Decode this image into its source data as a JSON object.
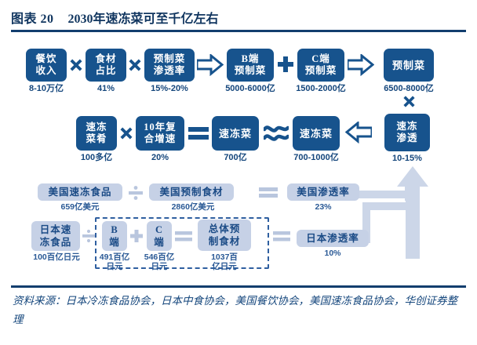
{
  "header": {
    "figure_label": "图表 20",
    "title": "2030年速冻菜可至千亿左右"
  },
  "source": {
    "text": "资料来源：日本冷冻食品协会，日本中食协会，美国餐饮协会，美国速冻食品协会，华创证券整理"
  },
  "colors": {
    "dark_blue": "#17538d",
    "deep_navy": "#123e6e",
    "light_blue_box": "#c6d1e6",
    "light_connector": "#ccd6e8",
    "caption_text": "#14467c"
  },
  "diagram": {
    "row1": {
      "nodes": [
        {
          "label": "餐饮\n收入",
          "value": "8-10万亿"
        },
        {
          "label": "食材\n占比",
          "value": "41%"
        },
        {
          "label": "预制菜\n渗透率",
          "value": "15%-20%"
        },
        {
          "label": "B端\n预制菜",
          "value": "5000-6000亿"
        },
        {
          "label": "C端\n预制菜",
          "value": "1500-2000亿"
        },
        {
          "label": "预制菜",
          "value": "6500-8000亿"
        }
      ],
      "operators": [
        "multiply",
        "multiply",
        "double-arrow-right",
        "plus",
        "double-arrow-right"
      ]
    },
    "row2": {
      "nodes": [
        {
          "label": "速冻\n菜肴",
          "value": "100多亿"
        },
        {
          "label": "10年复\n合增速",
          "value": "20%"
        },
        {
          "label": "速冻菜",
          "value": "700亿"
        },
        {
          "label": "速冻菜",
          "value": "700-1000亿"
        },
        {
          "label": "速冻\n渗透",
          "value": "10-15%"
        }
      ],
      "operators": [
        "multiply",
        "equals",
        "approx",
        "double-arrow-left"
      ],
      "link_operator": "multiply"
    },
    "row3": {
      "nodes": [
        {
          "label": "美国速冻食品",
          "value": "659亿美元"
        },
        {
          "label": "美国预制食材",
          "value": "2860亿美元"
        },
        {
          "label": "美国渗透率",
          "value": "23%"
        }
      ],
      "operators": [
        "divide",
        "equals"
      ]
    },
    "row4": {
      "nodes": [
        {
          "label": "日本速\n冻食品",
          "value": "100百亿日元"
        },
        {
          "label": "B\n端",
          "value": "491百亿\n日元"
        },
        {
          "label": "C\n端",
          "value": "546百亿\n日元"
        },
        {
          "label": "总体预\n制食材",
          "value": "1037百\n亿日元"
        },
        {
          "label": "日本渗透率",
          "value": "10%"
        }
      ],
      "operators": [
        "divide",
        "plus",
        "equals",
        "equals"
      ],
      "group_box": "dashed-japan-breakdown"
    }
  }
}
